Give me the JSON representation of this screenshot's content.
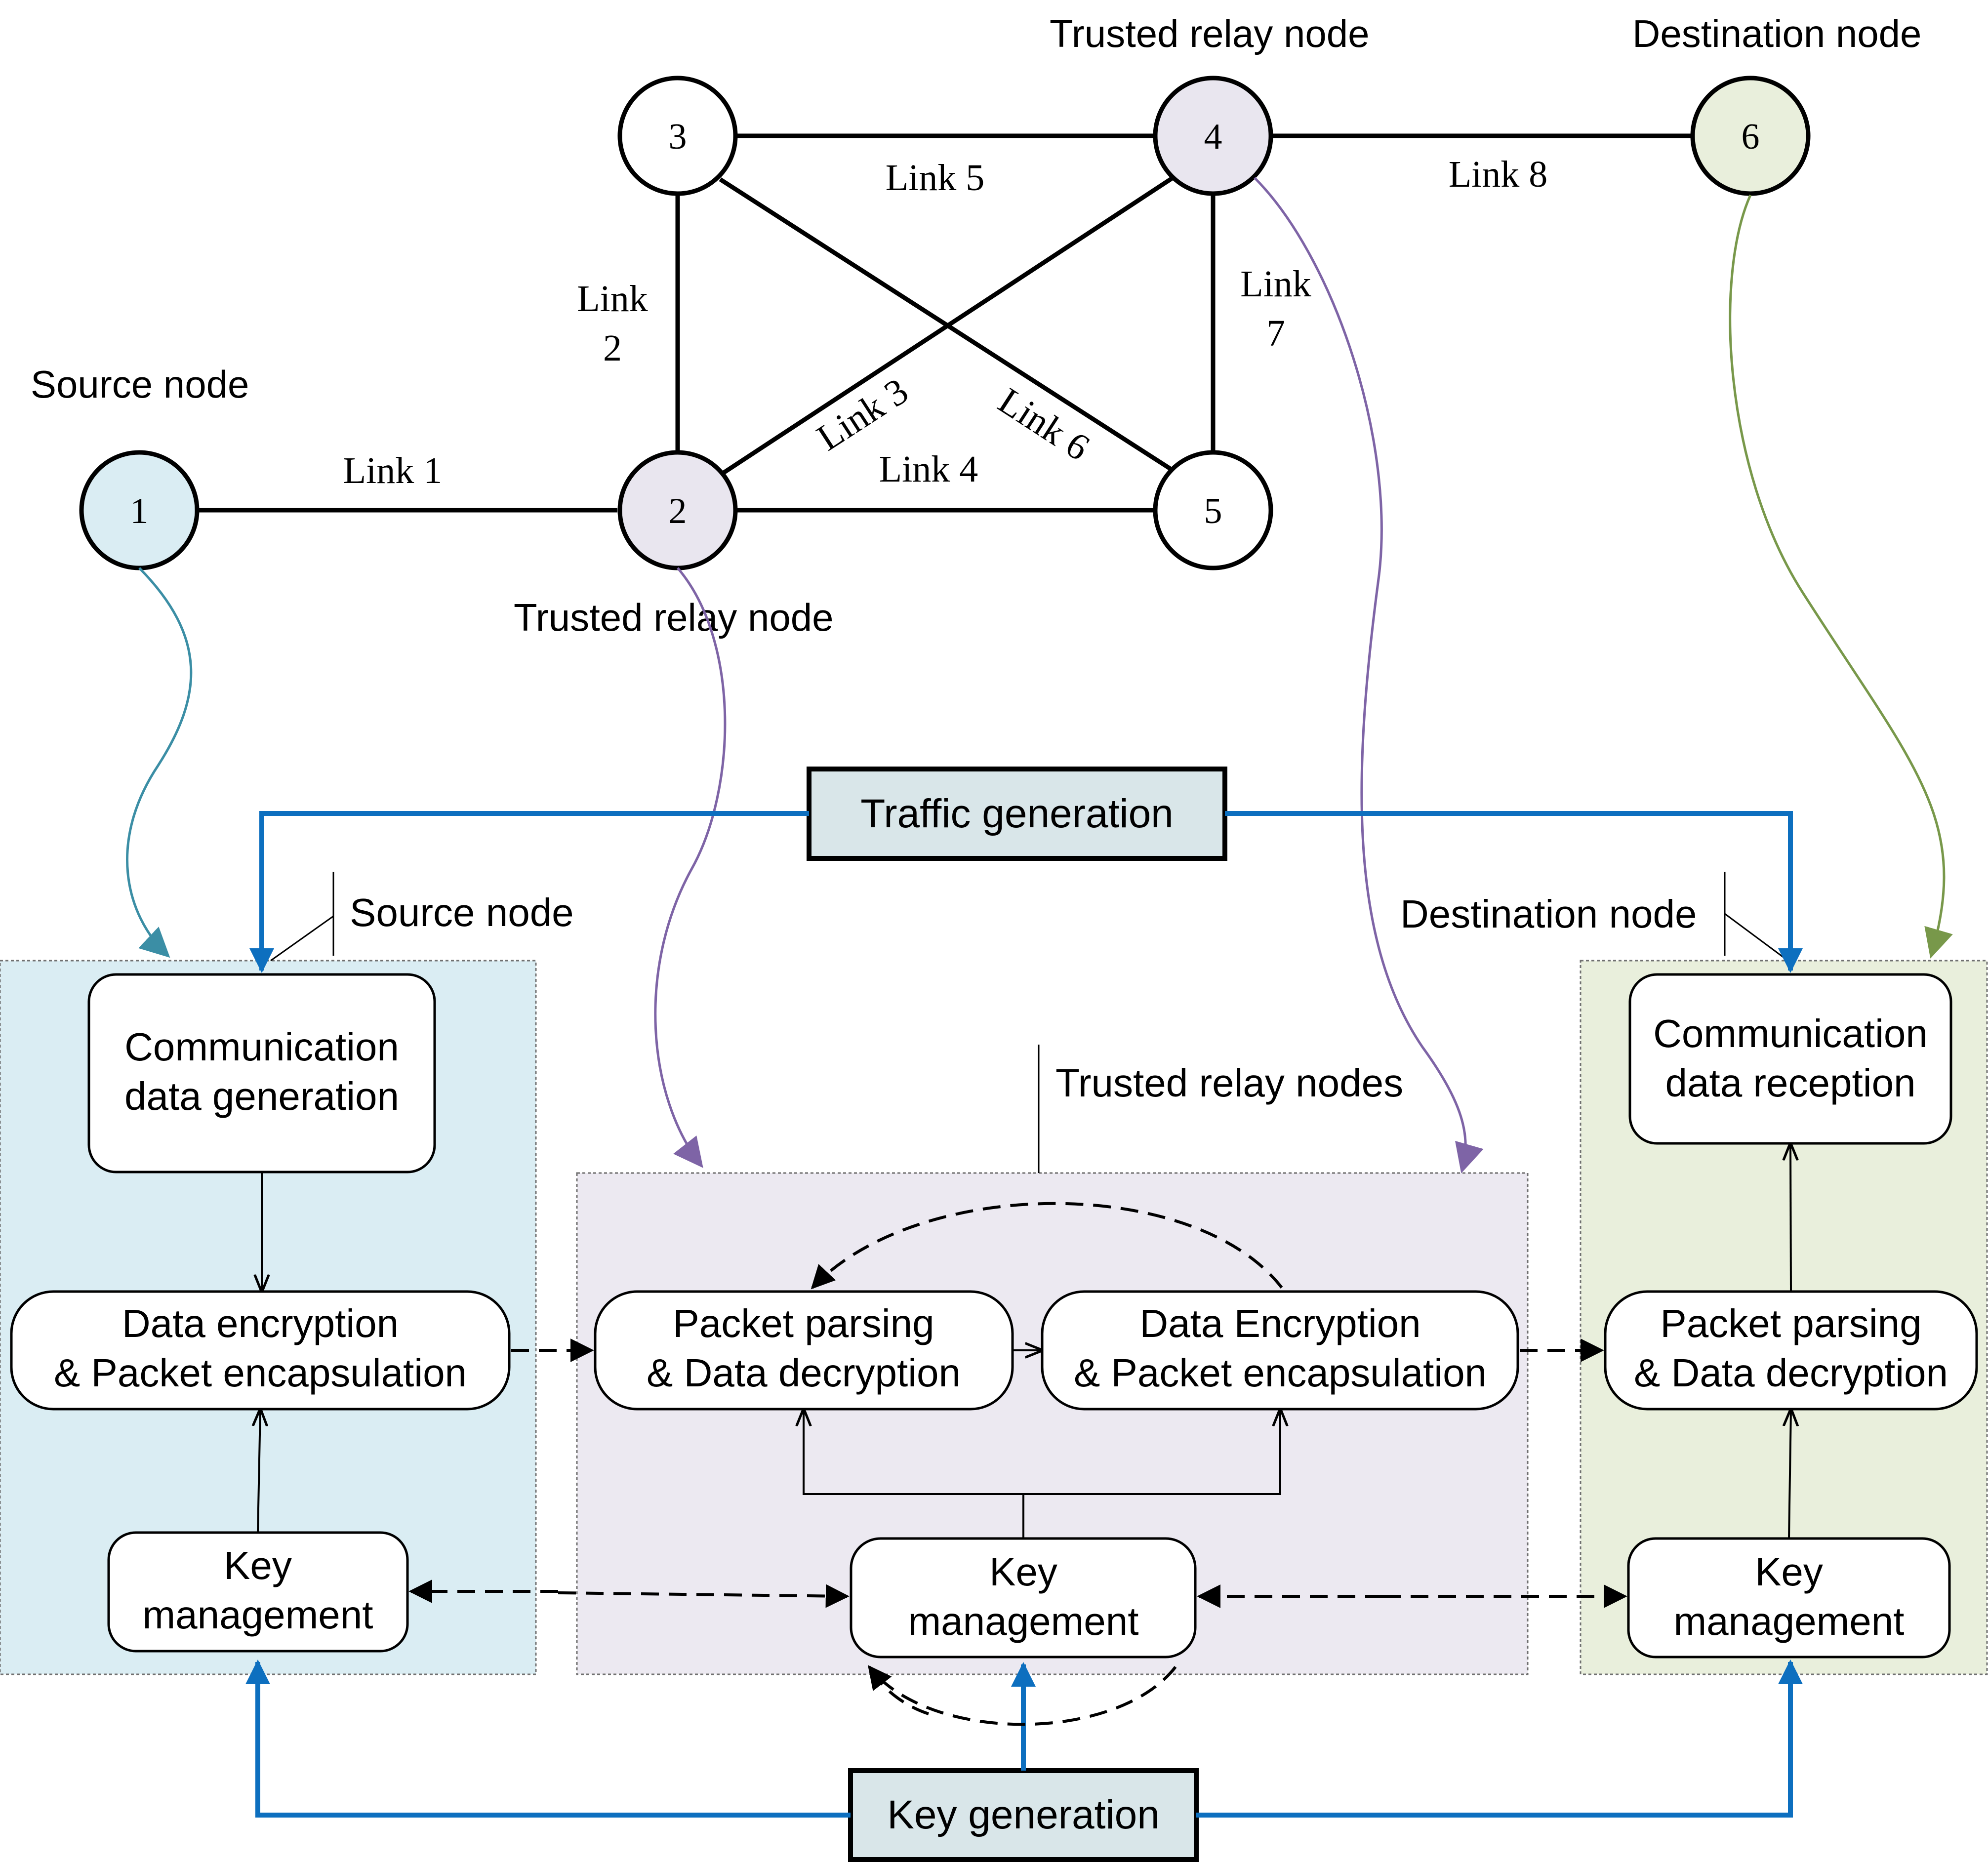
{
  "network": {
    "nodes": [
      {
        "id": "1",
        "label": "1",
        "fill": "#daedf3"
      },
      {
        "id": "2",
        "label": "2",
        "fill": "#e9e6ef"
      },
      {
        "id": "3",
        "label": "3",
        "fill": "#ffffff"
      },
      {
        "id": "4",
        "label": "4",
        "fill": "#e9e6ef"
      },
      {
        "id": "5",
        "label": "5",
        "fill": "#ffffff"
      },
      {
        "id": "6",
        "label": "6",
        "fill": "#e9efdc"
      }
    ],
    "links": {
      "link1": "Link 1",
      "link2_a": "Link",
      "link2_b": "2",
      "link3": "Link 3",
      "link4": "Link 4",
      "link5": "Link 5",
      "link6": "Link 6",
      "link7_a": "Link",
      "link7_b": "7",
      "link8": "Link 8"
    },
    "captions": {
      "source": "Source node",
      "relay_2": "Trusted relay node",
      "relay_4": "Trusted relay node",
      "destination": "Destination node"
    }
  },
  "flow": {
    "traffic_generation": "Traffic generation",
    "key_generation": "Key generation",
    "source_label": "Source node",
    "relay_label": "Trusted relay nodes",
    "destination_label": "Destination node",
    "source": {
      "comm_line1": "Communication",
      "comm_line2": "data generation",
      "enc_line1": "Data encryption",
      "enc_line2": "& Packet encapsulation",
      "key_line1": "Key",
      "key_line2": "management"
    },
    "relay": {
      "parse_line1": "Packet parsing",
      "parse_line2": "& Data decryption",
      "enc_line1": "Data Encryption",
      "enc_line2": "& Packet encapsulation",
      "key_line1": "Key",
      "key_line2": "management"
    },
    "destination": {
      "comm_line1": "Communication",
      "comm_line2": "data reception",
      "parse_line1": "Packet parsing",
      "parse_line2": "& Data decryption",
      "key_line1": "Key",
      "key_line2": "management"
    }
  },
  "colors": {
    "source_region": "#daedf3",
    "relay_region": "#ece9f1",
    "destination_region": "#e9efdc",
    "generator_box": "#d9e6e9",
    "blue_arrow": "#0d6fbf",
    "teal_curve": "#3b8ea5",
    "purple_curve": "#7e64a6",
    "green_curve": "#78984a"
  }
}
